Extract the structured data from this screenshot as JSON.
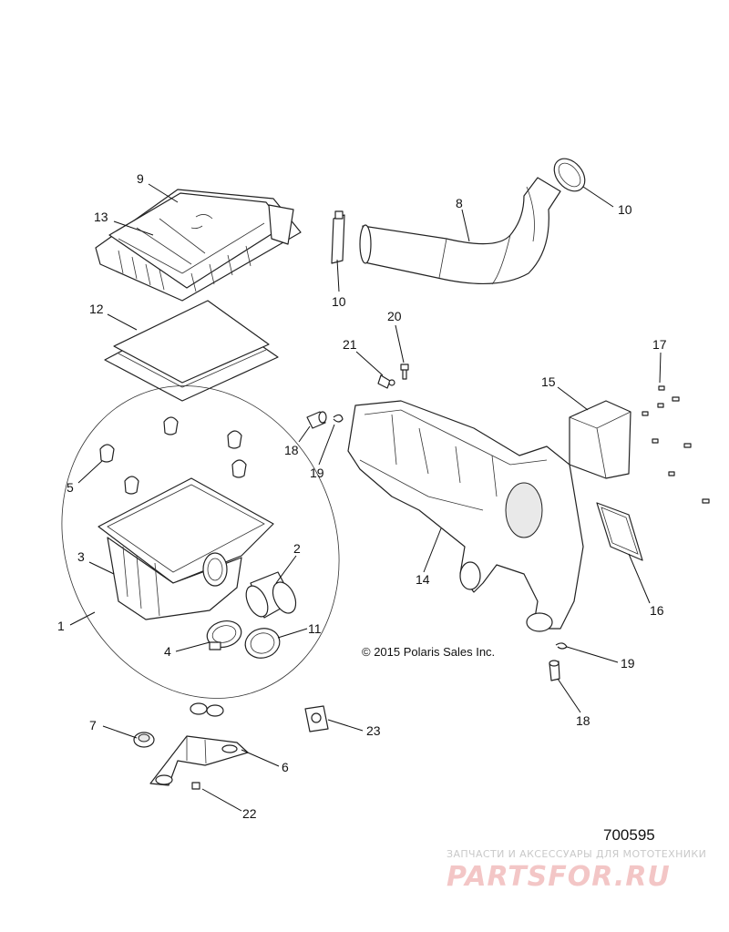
{
  "diagram": {
    "callouts": [
      {
        "id": "label-9",
        "text": "9"
      },
      {
        "id": "label-13",
        "text": "13"
      },
      {
        "id": "label-12",
        "text": "12"
      },
      {
        "id": "label-8",
        "text": "8"
      },
      {
        "id": "label-10-top",
        "text": "10"
      },
      {
        "id": "label-10-left",
        "text": "10"
      },
      {
        "id": "label-20",
        "text": "20"
      },
      {
        "id": "label-21",
        "text": "21"
      },
      {
        "id": "label-17",
        "text": "17"
      },
      {
        "id": "label-15",
        "text": "15"
      },
      {
        "id": "label-18-upper",
        "text": "18"
      },
      {
        "id": "label-19-upper",
        "text": "19"
      },
      {
        "id": "label-5",
        "text": "5"
      },
      {
        "id": "label-3",
        "text": "3"
      },
      {
        "id": "label-2",
        "text": "2"
      },
      {
        "id": "label-1",
        "text": "1"
      },
      {
        "id": "label-4",
        "text": "4"
      },
      {
        "id": "label-11",
        "text": "11"
      },
      {
        "id": "label-14",
        "text": "14"
      },
      {
        "id": "label-16",
        "text": "16"
      },
      {
        "id": "label-19-lower",
        "text": "19"
      },
      {
        "id": "label-18-lower",
        "text": "18"
      },
      {
        "id": "label-7",
        "text": "7"
      },
      {
        "id": "label-6",
        "text": "6"
      },
      {
        "id": "label-23",
        "text": "23"
      },
      {
        "id": "label-22",
        "text": "22"
      }
    ],
    "copyright": "© 2015 Polaris Sales Inc.",
    "diagram_number": "700595"
  },
  "watermark": {
    "tagline": "ЗАПЧАСТИ И АКСЕССУАРЫ ДЛЯ МОТОТЕХНИКИ",
    "logo": "PARTSFOR.RU"
  }
}
